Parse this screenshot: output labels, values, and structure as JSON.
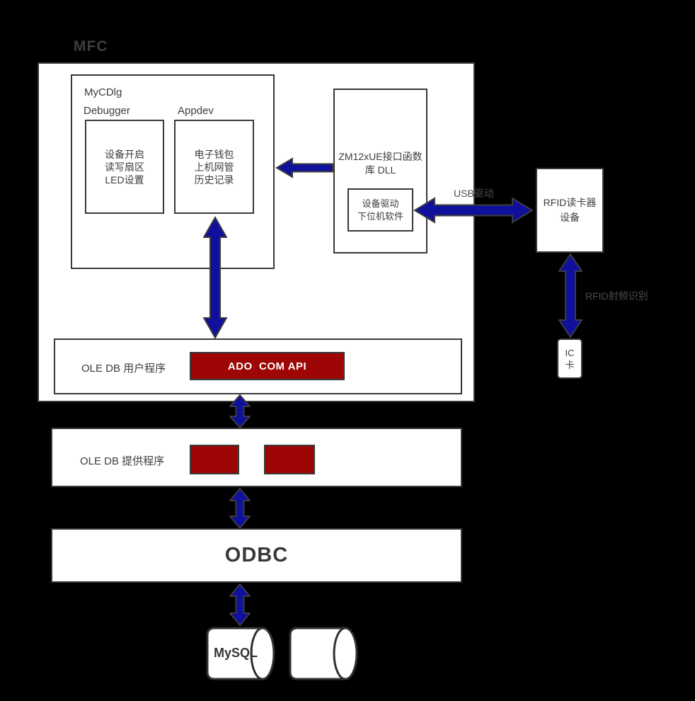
{
  "colors": {
    "background": "#000000",
    "box_fill": "#ffffff",
    "box_border": "#383838",
    "arrow_fill": "#10109d",
    "arrow_outline": "#3d3d3d",
    "red_fill": "#9e0505",
    "text": "#3d3d3d",
    "dim_label": "#4b4b4b"
  },
  "mfc": {
    "label": "MFC",
    "mycdlg": {
      "title": "MyCDlg",
      "debugger_label": "Debugger",
      "appdev_label": "Appdev",
      "debugger_lines": [
        "设备开启",
        "读写扇区",
        "LED设置"
      ],
      "appdev_lines": [
        "电子钱包",
        "上机网管",
        "历史记录"
      ]
    },
    "zm_dll": {
      "title_lines": [
        "ZM12xUE接口函数",
        "库 DLL"
      ],
      "driver_lines": [
        "设备驱动",
        "下位机软件"
      ]
    },
    "ole_user": {
      "label": "OLE DB 用户程序",
      "ado_label": "ADO  COM API"
    }
  },
  "ole_provider": {
    "label": "OLE DB 提供程序"
  },
  "odbc": {
    "label": "ODBC"
  },
  "databases": {
    "mysql_label": "MySQL"
  },
  "rfid": {
    "reader_lines": [
      "RFID读卡器",
      "设备"
    ],
    "ic_card_lines": [
      "IC",
      "卡"
    ],
    "usb_link_label": "USB驱动",
    "rfid_link_label": "RFID射频识别"
  }
}
